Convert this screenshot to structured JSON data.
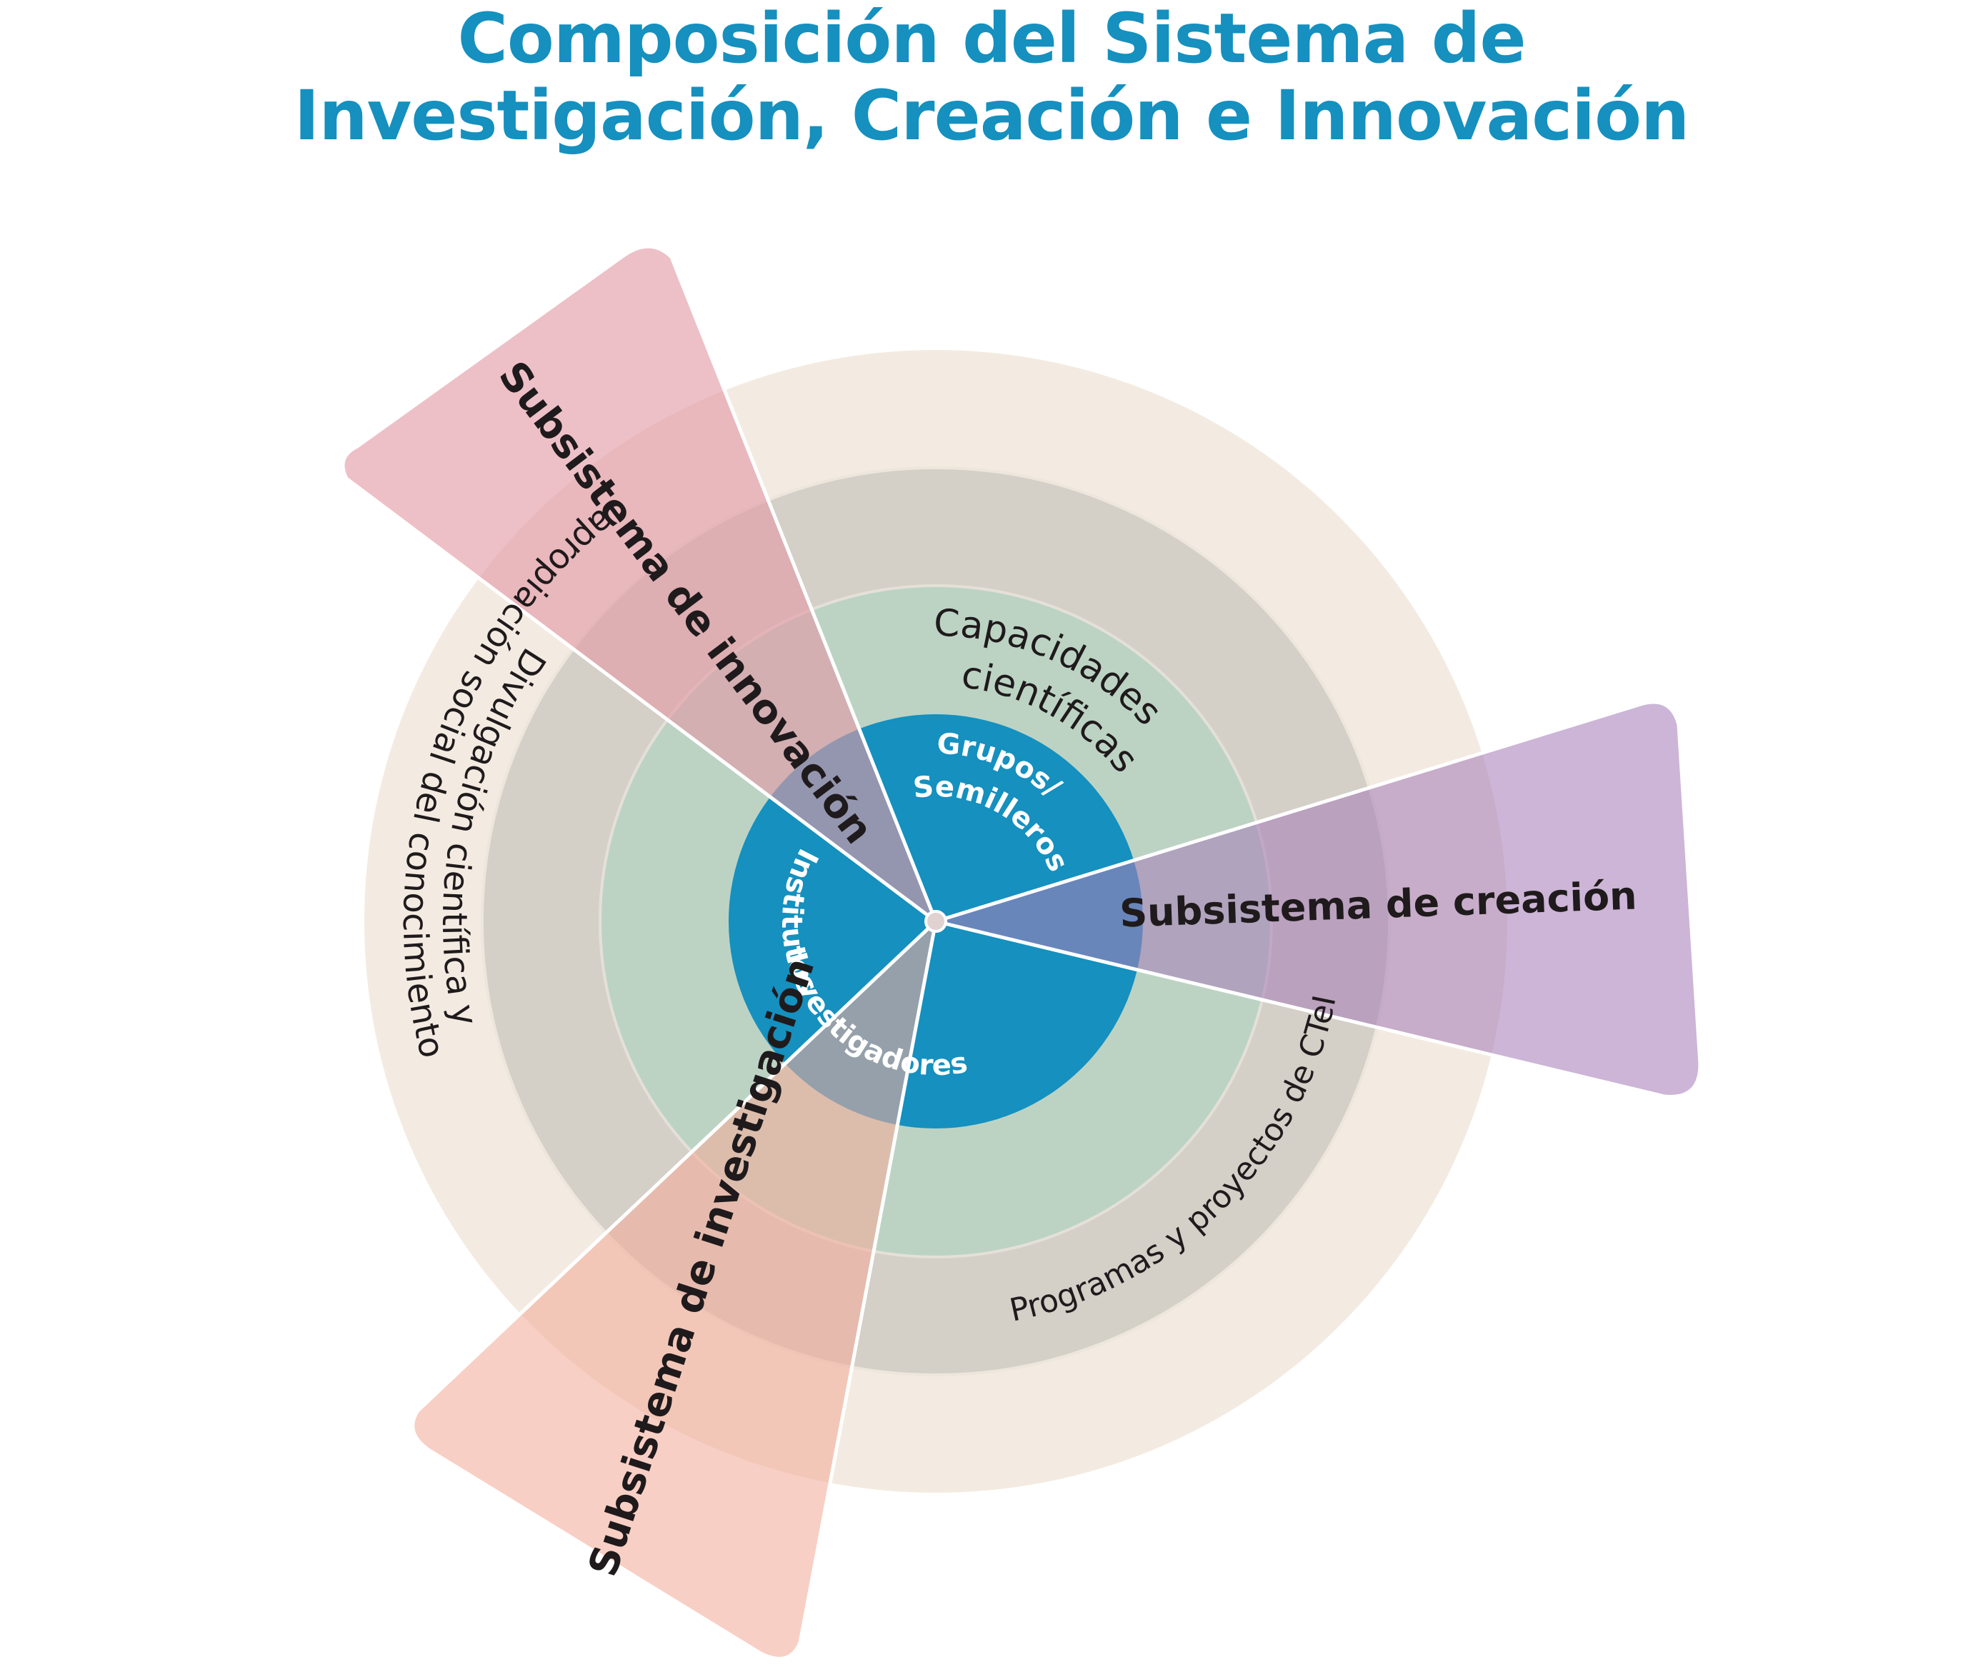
{
  "title": {
    "line1": "Composición del Sistema de",
    "line2": "Investigación, Creación e Innovación"
  },
  "core": {
    "top": "Grupos/",
    "top2": "Semilleros",
    "left": "Institutos",
    "bottom": "Investigadores"
  },
  "rings": {
    "capacidades_line1": "Capacidades",
    "capacidades_line2": "científicas",
    "programas": "Programas y proyectos de CTeI",
    "divulgacion_line1": "Divulgación científica y",
    "divulgacion_line2": "apropiación social del conocimiento"
  },
  "subsystems": {
    "innovacion": "Subsistema de innovación",
    "creacion": "Subsistema de creación",
    "investigacion": "Subsistema de investigación"
  },
  "colors": {
    "title": "#1590bf",
    "outer_ring": "#f3ebe1",
    "middle_ring": "#d4cfc7",
    "inner_ring": "#bcd3c4",
    "core": "#1590bf",
    "innovacion": "#e29aa5",
    "creacion": "#a77fb9",
    "investigacion": "#f3ad9b",
    "dark_text": "#1f1a1c"
  }
}
